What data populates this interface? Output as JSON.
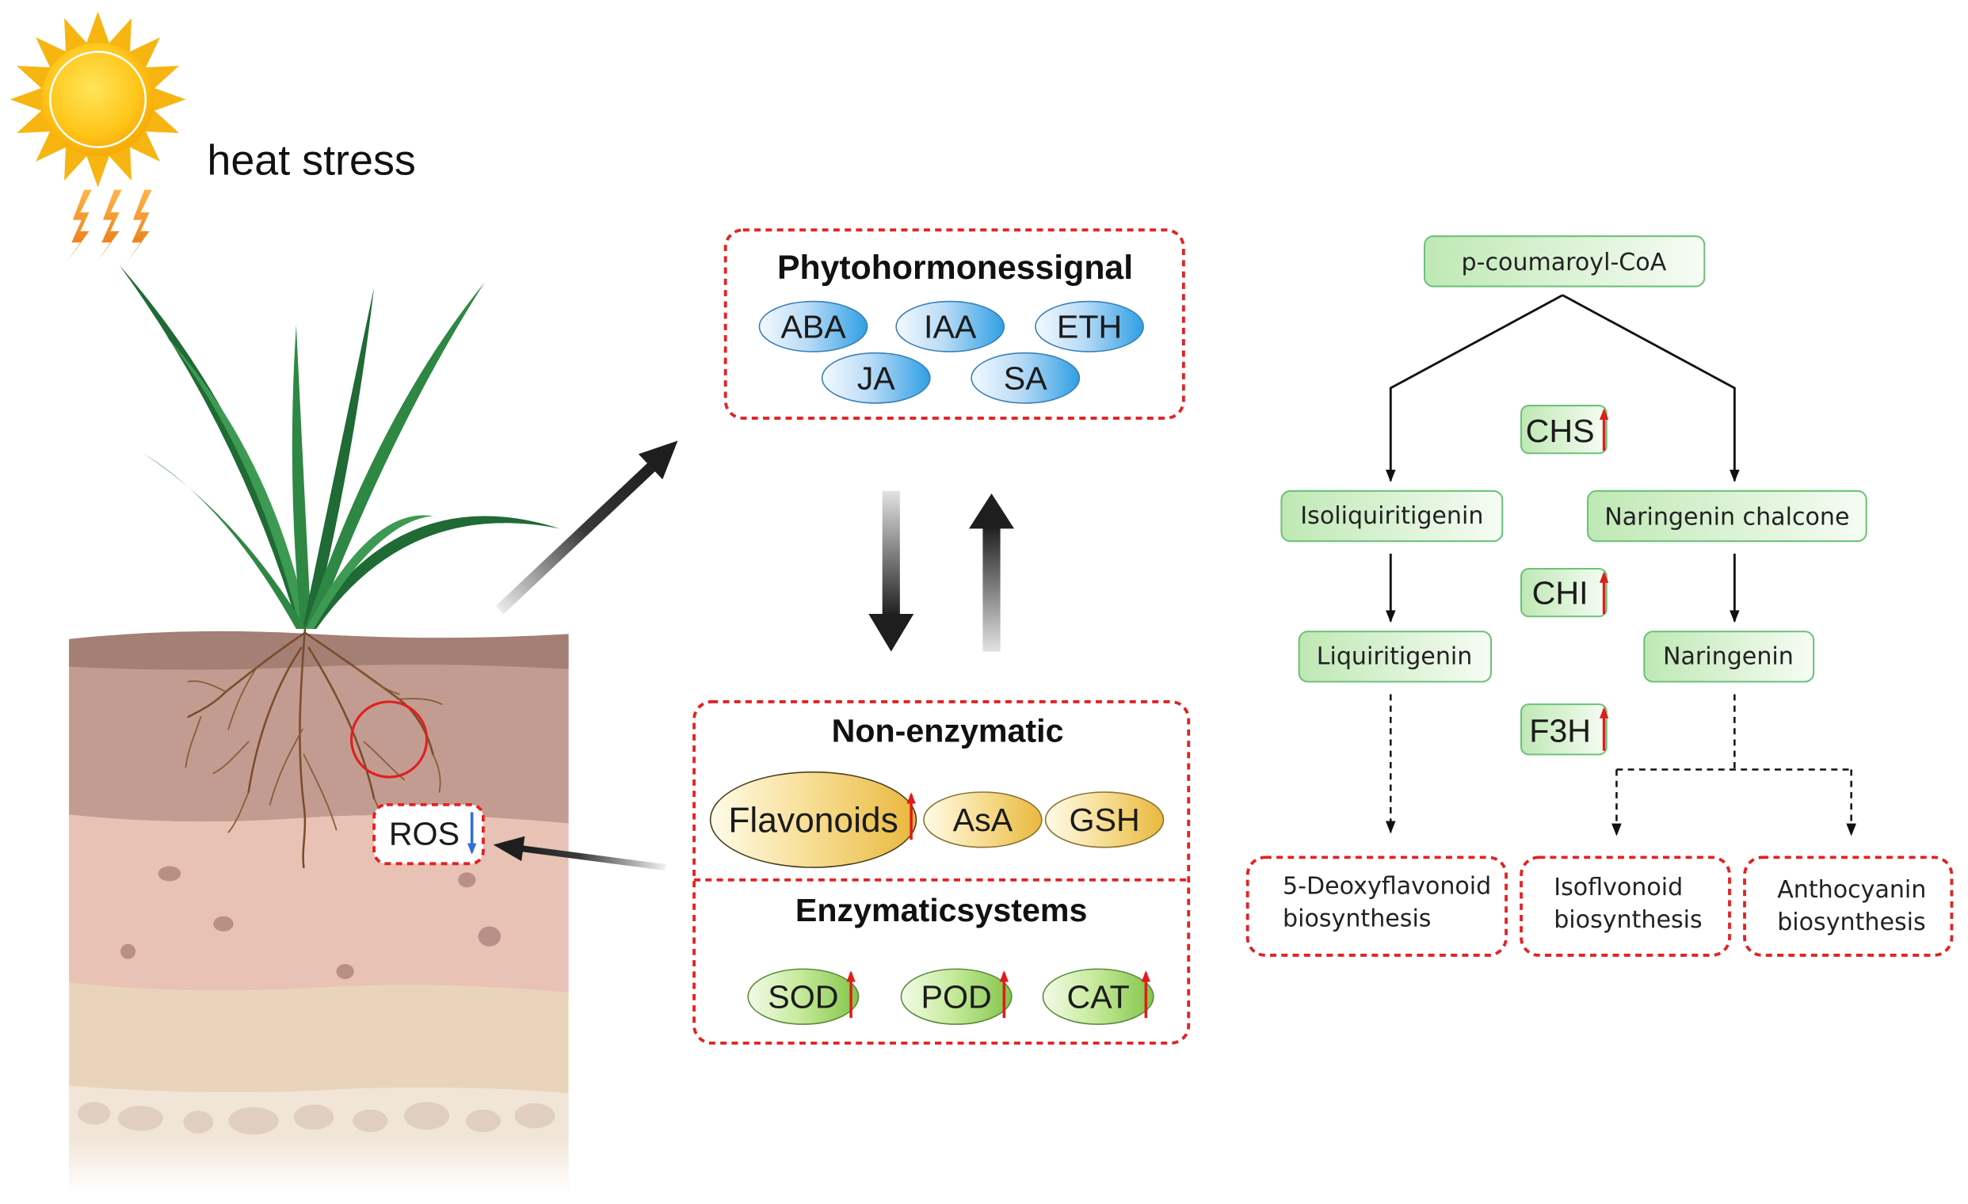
{
  "heat_stress": {
    "label": "heat stress",
    "sun_icon": "sun-icon",
    "lightning_icon": "lightning-icon"
  },
  "soil": {
    "ros_label": "ROS",
    "ros_trend_icon": "down-arrow-icon"
  },
  "phytohormones": {
    "title": "Phytohormonessignal",
    "items": [
      "ABA",
      "IAA",
      "ETH",
      "JA",
      "SA"
    ]
  },
  "antioxidant": {
    "non_enzymatic": {
      "title": "Non-enzymatic",
      "items": [
        {
          "label": "Flavonoids",
          "trend_icon": "up-arrow-icon"
        },
        {
          "label": "AsA"
        },
        {
          "label": "GSH"
        }
      ]
    },
    "enzymatic": {
      "title": "Enzymaticsystems",
      "items": [
        {
          "label": "SOD",
          "trend_icon": "up-arrow-icon"
        },
        {
          "label": "POD",
          "trend_icon": "up-arrow-icon"
        },
        {
          "label": "CAT",
          "trend_icon": "up-arrow-icon"
        }
      ]
    }
  },
  "pathway": {
    "precursor": "p-coumaroyl-CoA",
    "enzymes": [
      {
        "label": "CHS",
        "trend_icon": "up-arrow-icon"
      },
      {
        "label": "CHI",
        "trend_icon": "up-arrow-icon"
      },
      {
        "label": "F3H",
        "trend_icon": "up-arrow-icon"
      }
    ],
    "left_branch": [
      "Isoliquiritigenin",
      "Liquiritigenin"
    ],
    "right_branch": [
      "Naringenin chalcone",
      "Naringenin"
    ],
    "products": [
      {
        "lines": [
          "5-Deoxyflavonoid",
          "biosynthesis"
        ]
      },
      {
        "lines": [
          "Isoflvonoid",
          "biosynthesis"
        ]
      },
      {
        "lines": [
          "Anthocyanin",
          "biosynthesis"
        ]
      }
    ]
  },
  "colors": {
    "dashed_border": "#e32222",
    "hormone_fill": "#2f9fe4",
    "non_enzymatic_fill": "#e9b83d",
    "enzymatic_fill": "#82c548",
    "pathway_fill": "#bfe8b4",
    "pathway_border": "#6cc27a",
    "up_arrow": "#e01b1b",
    "down_arrow": "#2d6ee0"
  }
}
